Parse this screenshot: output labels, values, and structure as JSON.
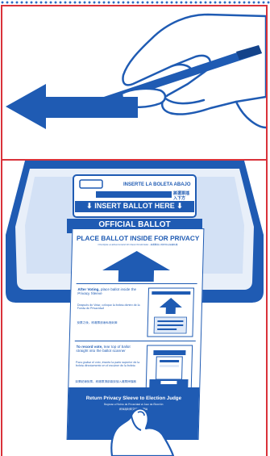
{
  "scanner": {
    "slot_text_spanish": "INSERTE LA BOLETA ABAJO",
    "slot_text_asian": "將選票插入下方",
    "insert_text": "INSERT BALLOT HERE",
    "official_label": "OFFICIAL BALLOT"
  },
  "sleeve": {
    "header": "PLACE BALLOT INSIDE FOR PRIVACY",
    "subheader": "COLOQUE LA BOLETA DENTRO PARA PRIVACIDAD · 將選票放入封套內以保護私隱",
    "after_voting_title": "After Voting,",
    "after_voting_body": "place ballot inside the Privacy Sleeve",
    "after_voting_es": "Después de Votar, coloque la boleta dentro de la Funda de Privacidad",
    "after_voting_zh": "投票之後，將選票放進私隱封套",
    "record_title": "To record vote,",
    "record_body": "tear top of ballot straight into the ballot scanner",
    "record_es": "Para grabar el voto, inserte la parte superior de la boleta directamente en el escáner de la boleta",
    "record_zh": "如要記錄投票，將選票頂部直接插入選票掃描器",
    "return_text": "Return Privacy Sleeve to Election Judge",
    "return_es": "Regrese el Sobre de Privacidad al Juez de Elección",
    "return_zh": "將私隱封套交回選舉職員"
  },
  "colors": {
    "blue": "#1f5bb3",
    "dark_blue": "#1c4ea0",
    "pale_blue": "#dfe9f8",
    "frame_red": "#d9323a",
    "dots": "#2e6cc4"
  },
  "icons": [
    "arrow-left-icon",
    "hand-with-pen-icon",
    "arrow-up-icon",
    "hand-holding-sleeve-icon"
  ]
}
